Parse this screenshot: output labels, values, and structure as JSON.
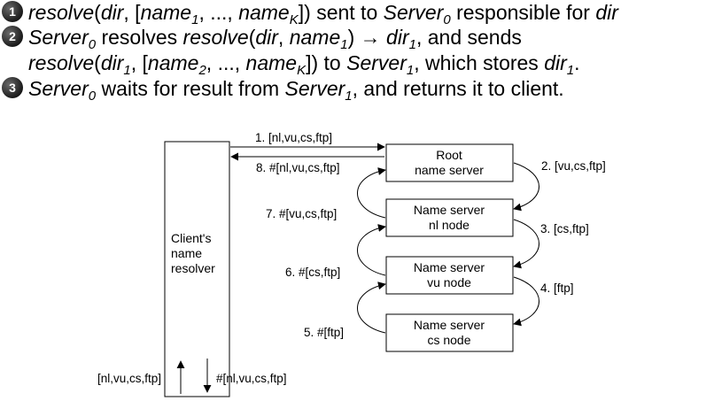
{
  "bullets": [
    {
      "num": "1"
    },
    {
      "num": "2"
    },
    {
      "num": "3"
    }
  ],
  "text": {
    "l1_a": "resolve",
    "l1_b": "(",
    "l1_c": "dir",
    "l1_d": ", [",
    "l1_e": "name",
    "l1_e_sub": "1",
    "l1_f": ", ..., ",
    "l1_g": "name",
    "l1_g_sub": "K",
    "l1_h": "]) sent to ",
    "l1_i": "Server",
    "l1_i_sub": "0",
    "l1_j": " responsible for ",
    "l1_k": "dir",
    "l2_a": "Server",
    "l2_a_sub": "0",
    "l2_b": " resolves ",
    "l2_c": "resolve",
    "l2_d": "(",
    "l2_e": "dir",
    "l2_f": ", ",
    "l2_g": "name",
    "l2_g_sub": "1",
    "l2_h": ") → ",
    "l2_i": "dir",
    "l2_i_sub": "1",
    "l2_j": ", and sends",
    "l3_a": "resolve",
    "l3_b": "(",
    "l3_c": "dir",
    "l3_c_sub": "1",
    "l3_d": ", [",
    "l3_e": "name",
    "l3_e_sub": "2",
    "l3_f": ", ..., ",
    "l3_g": "name",
    "l3_g_sub": "K",
    "l3_h": "]) to ",
    "l3_i": "Server",
    "l3_i_sub": "1",
    "l3_j": ", which stores ",
    "l3_k": "dir",
    "l3_k_sub": "1",
    "l3_l": ".",
    "l4_a": "Server",
    "l4_a_sub": "0",
    "l4_b": " waits for result from ",
    "l4_c": "Server",
    "l4_c_sub": "1",
    "l4_d": ", and returns it to client."
  },
  "diagram": {
    "client": [
      "Client's",
      "name",
      "resolver"
    ],
    "root": [
      "Root",
      "name server"
    ],
    "nl": [
      "Name server",
      "nl node"
    ],
    "vu": [
      "Name server",
      "vu node"
    ],
    "cs": [
      "Name server",
      "cs node"
    ],
    "msg1": "1. [nl,vu,cs,ftp]",
    "msg8": "8. #[nl,vu,cs,ftp]",
    "msg2": "2. [vu,cs,ftp]",
    "msg7": "7. #[vu,cs,ftp]",
    "msg3": "3. [cs,ftp]",
    "msg6": "6. #[cs,ftp]",
    "msg4": "4. [ftp]",
    "msg5": "5. #[ftp]",
    "in": "[nl,vu,cs,ftp]",
    "out": "#[nl,vu,cs,ftp]"
  }
}
